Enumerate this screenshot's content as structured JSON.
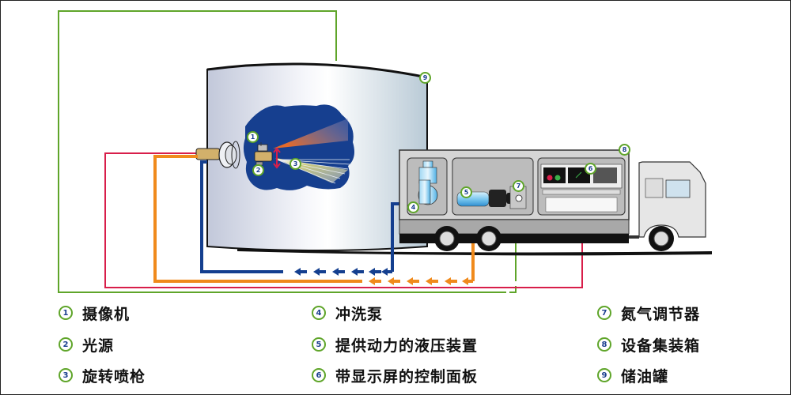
{
  "colors": {
    "green": "#5fa52a",
    "red": "#d81e4a",
    "orange": "#f08a1c",
    "blue": "#143f8f",
    "badge_text": "#1b3f8f"
  },
  "legend": [
    {
      "num": "1",
      "label": "摄像机"
    },
    {
      "num": "2",
      "label": "光源"
    },
    {
      "num": "3",
      "label": "旋转喷枪"
    },
    {
      "num": "4",
      "label": "冲洗泵"
    },
    {
      "num": "5",
      "label": "提供动力的液压装置"
    },
    {
      "num": "6",
      "label": "带显示屏的控制面板"
    },
    {
      "num": "7",
      "label": "氮气调节器"
    },
    {
      "num": "8",
      "label": "设备集装箱"
    },
    {
      "num": "9",
      "label": "储油罐"
    }
  ],
  "callouts": {
    "camera": "1",
    "light": "2",
    "nozzle": "3",
    "pump": "4",
    "hydraulic": "5",
    "panel": "6",
    "nitrogen": "7",
    "container": "8",
    "tank": "9"
  }
}
